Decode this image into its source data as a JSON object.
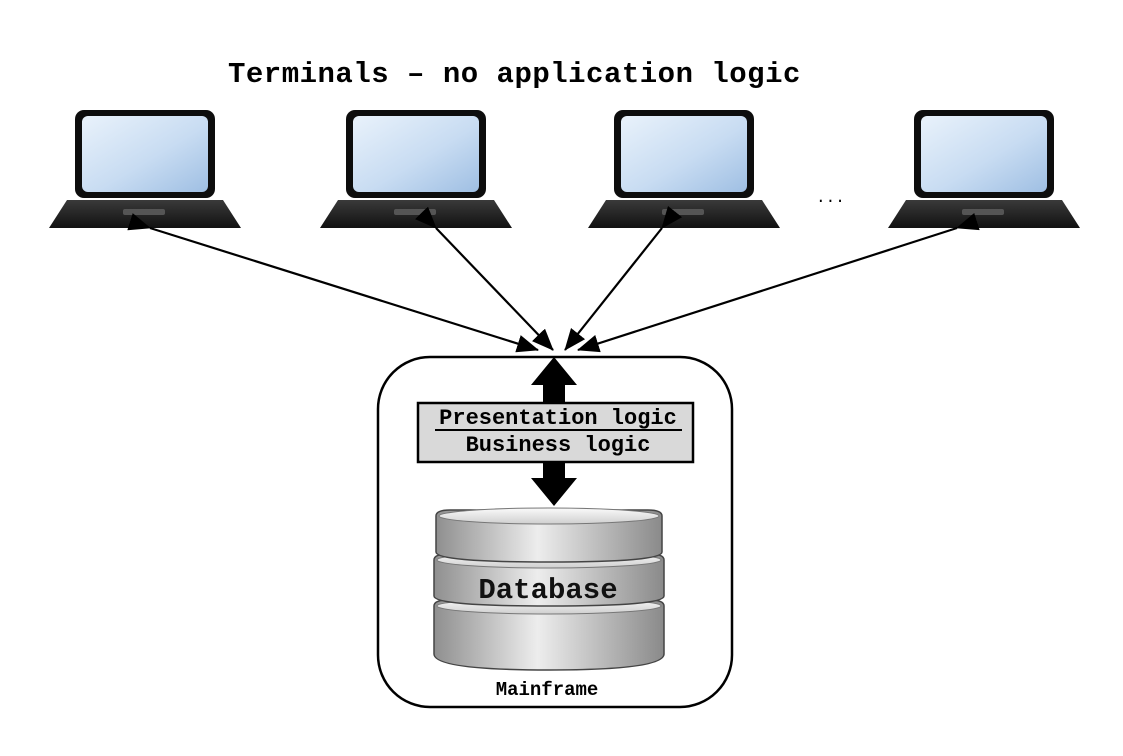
{
  "title": "Terminals – no application logic",
  "ellipsis": "...",
  "terminals": [
    {
      "icon": "laptop-icon"
    },
    {
      "icon": "laptop-icon"
    },
    {
      "icon": "laptop-icon"
    },
    {
      "icon": "laptop-icon"
    }
  ],
  "mainframe": {
    "label": "Mainframe",
    "logic_box": {
      "presentation_label": "Presentation logic",
      "business_label": "Business logic"
    },
    "database": {
      "label": "Database",
      "icon": "database-icon"
    }
  },
  "colors": {
    "screen": "#c7dcf2",
    "box_fill": "#d9d9d9",
    "stroke": "#000000"
  }
}
